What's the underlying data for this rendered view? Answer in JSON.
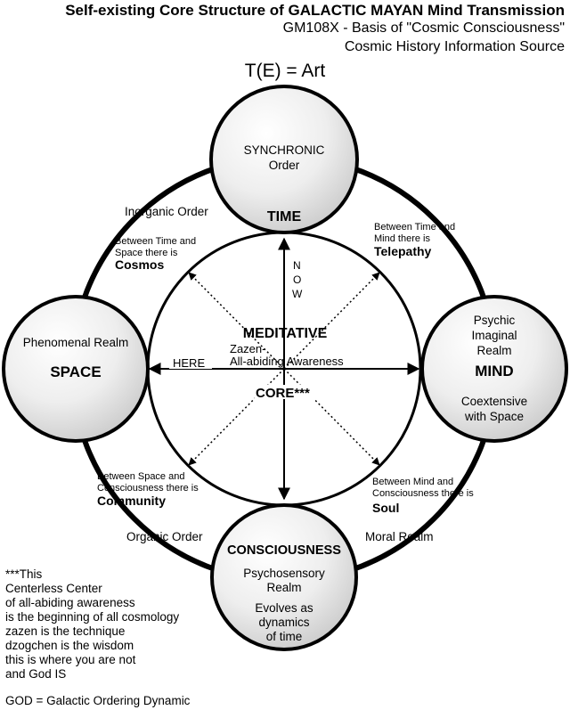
{
  "header": {
    "title": "Self-existing Core Structure of GALACTIC MAYAN Mind Transmission",
    "subtitle_1": "GM108X - Basis of \"Cosmic Consciousness\"",
    "subtitle_2": "Cosmic History Information Source",
    "formula": "T(E) = Art"
  },
  "nodes": {
    "time": {
      "line_1": "SYNCHRONIC",
      "line_2": "Order",
      "label": "TIME"
    },
    "space": {
      "line_1": "Phenomenal Realm",
      "label": "SPACE"
    },
    "mind": {
      "line_1": "Psychic",
      "line_2": "Imaginal",
      "line_3": "Realm",
      "label": "MIND",
      "line_4": "Coextensive",
      "line_5": "with Space"
    },
    "consciousness": {
      "label": "CONSCIOUSNESS",
      "line_1": "Psychosensory",
      "line_2": "Realm",
      "line_3": "Evolves as",
      "line_4": "dynamics",
      "line_5": "of time"
    }
  },
  "outer_labels": {
    "inorganic_order": "Inorganic Order",
    "organic_order": "Organic Order",
    "moral_realm": "Moral Realm"
  },
  "relations": {
    "cosmos": {
      "line_1": "Between Time and",
      "line_2": "Space there is",
      "name": "Cosmos"
    },
    "telepathy": {
      "line_1": "Between Time and",
      "line_2": "Mind there is",
      "name": "Telepathy"
    },
    "community": {
      "line_1": "Between Space and",
      "line_2": "Consciousness there is",
      "name": "Community"
    },
    "soul": {
      "line_1": "Between Mind and",
      "line_2": "Consciousness there is",
      "name": "Soul"
    }
  },
  "core": {
    "meditative": "MEDITATIVE",
    "zazen": "Zazen-",
    "awareness": "All-abiding Awareness",
    "core": "CORE***",
    "here": "HERE",
    "now_n": "N",
    "now_o": "O",
    "now_w": "W"
  },
  "footnote": {
    "lines": [
      "***This",
      "Centerless Center",
      "of all-abiding awareness",
      "is the beginning of all cosmology",
      "zazen is the technique",
      "dzogchen is the wisdom",
      "this is where you are not",
      "and God IS"
    ],
    "god": "GOD = Galactic Ordering Dynamic"
  },
  "colors": {
    "stroke": "#000000",
    "node_fill": "#d9d9d9",
    "background": "#ffffff"
  }
}
